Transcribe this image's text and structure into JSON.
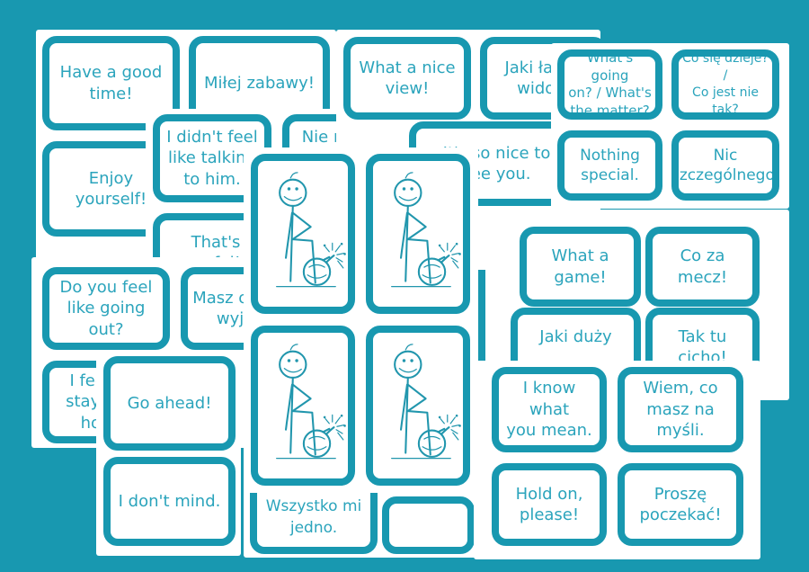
{
  "colors": {
    "background": "#1898b0",
    "card_border": "#1898b0",
    "card_fill": "#ffffff",
    "text": "#2ba4bc",
    "drawing_stroke": "#2196ad"
  },
  "sheets": {
    "top_left": {
      "cards": [
        {
          "text": "Have a good\ntime!"
        },
        {
          "text": "Miłej zabawy!"
        },
        {
          "text": "Enjoy\nyourself!"
        }
      ]
    },
    "middle_overlap": {
      "cards": [
        {
          "text": "I didn't feel\nlike talking\nto him."
        },
        {
          "text": "Nie miałem\nochoty z nim\nrozmawiać."
        },
        {
          "text": "That's awful!\nIt's terrible!"
        }
      ]
    },
    "top_center": {
      "cards": [
        {
          "text": "What a nice\nview!"
        },
        {
          "text": "Jaki ładny\nwidok!"
        },
        {
          "text": "It's so nice to\nsee you."
        }
      ]
    },
    "top_right": {
      "cards": [
        {
          "text": "What's going\non? / What's\nthe matter?"
        },
        {
          "text": "Co się dzieje? /\nCo jest nie tak?"
        },
        {
          "text": "Nothing\nspecial."
        },
        {
          "text": "Nic\nszczególnego."
        }
      ]
    },
    "left_middle": {
      "cards": [
        {
          "text": "Do you feel\nlike going out?"
        },
        {
          "text": "Masz ochotę\nwyjść?"
        },
        {
          "text": "I feel like\nstaying at\nhome."
        }
      ]
    },
    "bottom_left": {
      "cards": [
        {
          "text": "Go ahead!"
        },
        {
          "text": "I don't mind."
        }
      ]
    },
    "right_middle": {
      "cards": [
        {
          "text": "What a game!"
        },
        {
          "text": "Co za mecz!"
        },
        {
          "text": "Jaki duży"
        },
        {
          "text": "Tak tu cicho!"
        }
      ]
    },
    "bottom_center": {
      "cards": [
        {
          "text": "Nie mam nic\nprzeciwko. /\nWszystko mi\njedno."
        },
        {
          "text": ""
        }
      ]
    },
    "bottom_right": {
      "cards": [
        {
          "text": "I know what\nyou mean."
        },
        {
          "text": "Wiem, co\nmasz na\nmyśli."
        },
        {
          "text": "Hold on,\nplease!"
        },
        {
          "text": "Proszę\npoczekać!"
        }
      ]
    },
    "card_backs": {
      "illustration": "stick figure with lit bomb",
      "count": 4
    }
  }
}
